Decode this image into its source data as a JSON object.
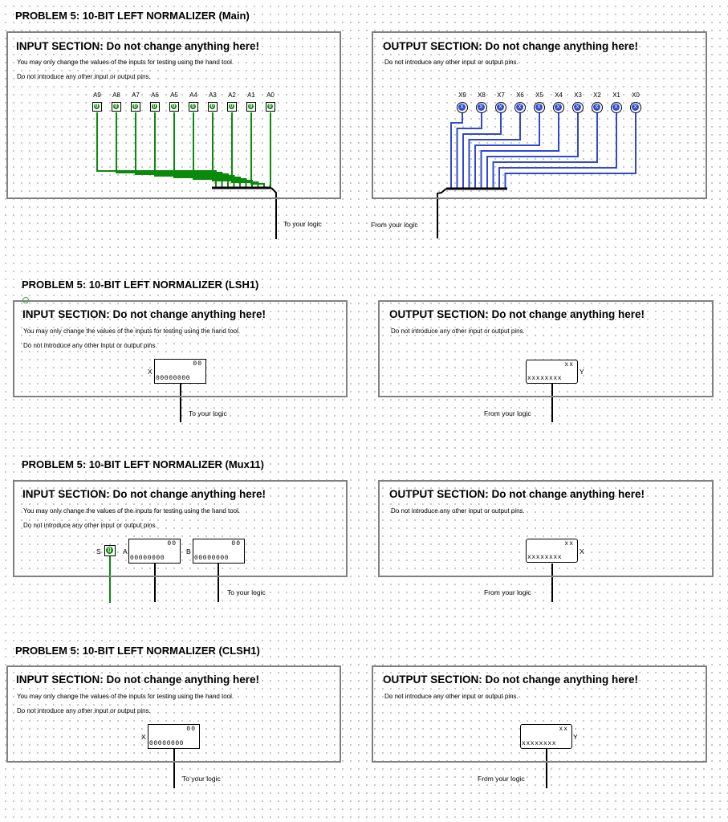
{
  "sections": {
    "main": {
      "heading": "PROBLEM 5: 10-BIT LEFT NORMALIZER (Main)",
      "input_title": "INPUT SECTION: Do not change anything here!",
      "input_note1": "You may only change the values of the inputs for testing using the hand tool.",
      "input_note2": "Do not introduce any other input or output pins.",
      "output_title": "OUTPUT SECTION: Do not change anything here!",
      "output_note1": "Do not introduce any other input or output pins.",
      "input_pins": [
        {
          "label": "A9",
          "value": "0"
        },
        {
          "label": "A8",
          "value": "0"
        },
        {
          "label": "A7",
          "value": "0"
        },
        {
          "label": "A6",
          "value": "0"
        },
        {
          "label": "A5",
          "value": "0"
        },
        {
          "label": "A4",
          "value": "0"
        },
        {
          "label": "A3",
          "value": "0"
        },
        {
          "label": "A2",
          "value": "0"
        },
        {
          "label": "A1",
          "value": "0"
        },
        {
          "label": "A0",
          "value": "0"
        }
      ],
      "output_pins": [
        {
          "label": "X9",
          "value": "X"
        },
        {
          "label": "X8",
          "value": "X"
        },
        {
          "label": "X7",
          "value": "X"
        },
        {
          "label": "X6",
          "value": "X"
        },
        {
          "label": "X5",
          "value": "X"
        },
        {
          "label": "X4",
          "value": "X"
        },
        {
          "label": "X3",
          "value": "X"
        },
        {
          "label": "X2",
          "value": "X"
        },
        {
          "label": "X1",
          "value": "X"
        },
        {
          "label": "X0",
          "value": "X"
        }
      ],
      "to_logic": "To your logic",
      "from_logic": "From your logic"
    },
    "lsh1": {
      "heading": "PROBLEM 5: 10-BIT LEFT NORMALIZER (LSH1)",
      "input_title": "INPUT SECTION: Do not change anything here!",
      "input_note1": "You may only change the values of the inputs for testing using the hand tool.",
      "input_note2": "Do not introduce any other input or output pins.",
      "output_title": "OUTPUT SECTION: Do not change anything here!",
      "output_note1": "Do not introduce any other input or output pins.",
      "x_label": "X",
      "x_top": "00",
      "x_bottom": "00000000",
      "y_label": "Y",
      "y_top": "xx",
      "y_bottom": "xxxxxxxx",
      "to_logic": "To your logic",
      "from_logic": "From your logic"
    },
    "mux11": {
      "heading": "PROBLEM 5: 10-BIT LEFT NORMALIZER (Mux11)",
      "input_title": "INPUT SECTION: Do not change anything here!",
      "input_note1": "You may only change the values of the inputs for testing using the hand tool.",
      "input_note2": "Do not introduce any other input or output pins.",
      "output_title": "OUTPUT SECTION: Do not change anything here!",
      "output_note1": "Do not introduce any other input or output pins.",
      "s_label": "S",
      "s_value": "0",
      "a_label": "A",
      "a_top": "00",
      "a_bottom": "00000000",
      "b_label": "B",
      "b_top": "00",
      "b_bottom": "00000000",
      "x_label": "X",
      "x_top": "xx",
      "x_bottom": "xxxxxxxx",
      "to_logic": "To your logic",
      "from_logic": "From your logic"
    },
    "clsh1": {
      "heading": "PROBLEM 5: 10-BIT LEFT NORMALIZER (CLSH1)",
      "input_title": "INPUT SECTION: Do not change anything here!",
      "input_note1": "You may only change the values of the inputs for testing using the hand tool.",
      "input_note2": "Do not introduce any other input or output pins.",
      "output_title": "OUTPUT SECTION: Do not change anything here!",
      "output_note1": "Do not introduce any other input or output pins.",
      "x_label": "X",
      "x_top": "00",
      "x_bottom": "00000000",
      "y_label": "Y",
      "y_top": "xx",
      "y_bottom": "xxxxxxxx",
      "to_logic": "To your logic",
      "from_logic": "From your logic"
    }
  },
  "colors": {
    "input_wire": "#0a8a0a",
    "output_wire": "#2f48d8",
    "bus_wire": "#000000",
    "panel_border": "#808080"
  }
}
